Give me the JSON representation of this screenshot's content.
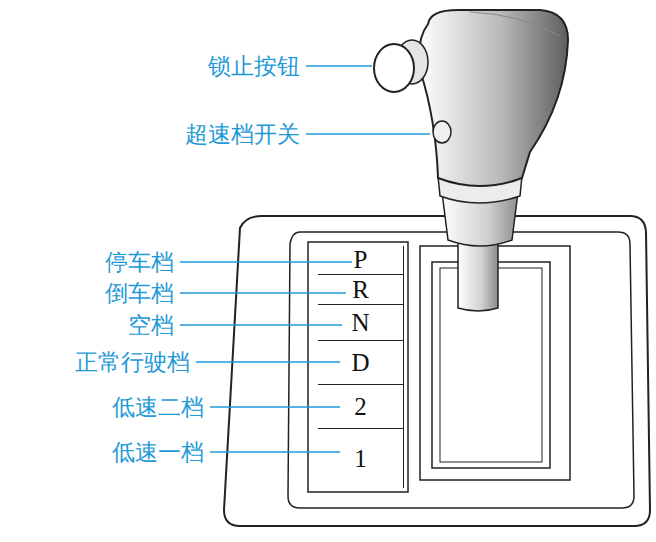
{
  "diagram": {
    "nodes": [
      {
        "text": [
          "P"
        ]
      },
      {
        "text": [
          "R"
        ]
      },
      {
        "text": [
          "N"
        ]
      },
      {
        "text": [
          "D"
        ]
      },
      {
        "text": [
          "2"
        ]
      },
      {
        "text": [
          "1"
        ]
      }
    ],
    "labels": [
      "锁止按钮",
      "超速档开关",
      "停车档",
      "倒车档",
      "空档",
      "正常行驶档",
      "低速二档",
      "低速一档"
    ]
  }
}
